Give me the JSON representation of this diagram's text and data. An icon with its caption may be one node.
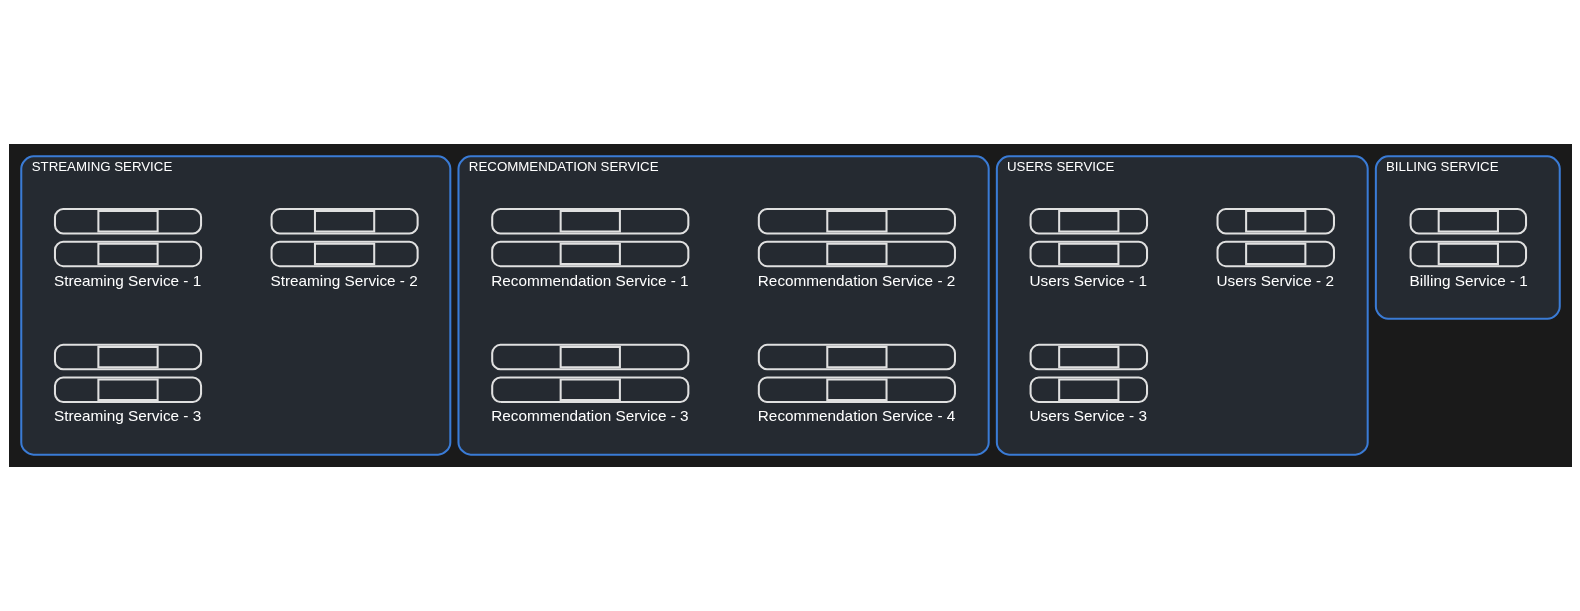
{
  "diagram": {
    "nodes": [
      {
        "text": [
          "STREAMING SERVICE"
        ]
      },
      {
        "text": [
          "Streaming Service - 1"
        ],
        "in": 0
      },
      {
        "text": [
          "Streaming Service - 2"
        ],
        "in": 0
      },
      {
        "text": [
          "Streaming Service - 3"
        ],
        "in": 0
      },
      {
        "text": [
          "RECOMMENDATION SERVICE"
        ]
      },
      {
        "text": [
          "Recommendation Service - 1"
        ],
        "in": 4
      },
      {
        "text": [
          "Recommendation Service - 2"
        ],
        "in": 4
      },
      {
        "text": [
          "Recommendation Service - 3"
        ],
        "in": 4
      },
      {
        "text": [
          "Recommendation Service - 4"
        ],
        "in": 4
      },
      {
        "text": [
          "USERS SERVICE"
        ]
      },
      {
        "text": [
          "Users Service - 1"
        ],
        "in": 9
      },
      {
        "text": [
          "Users Service - 2"
        ],
        "in": 9
      },
      {
        "text": [
          "Users Service - 3"
        ],
        "in": 9
      },
      {
        "text": [
          "BILLING SERVICE"
        ]
      },
      {
        "text": [
          "Billing Service - 1"
        ],
        "in": 13
      }
    ],
    "edges": []
  }
}
